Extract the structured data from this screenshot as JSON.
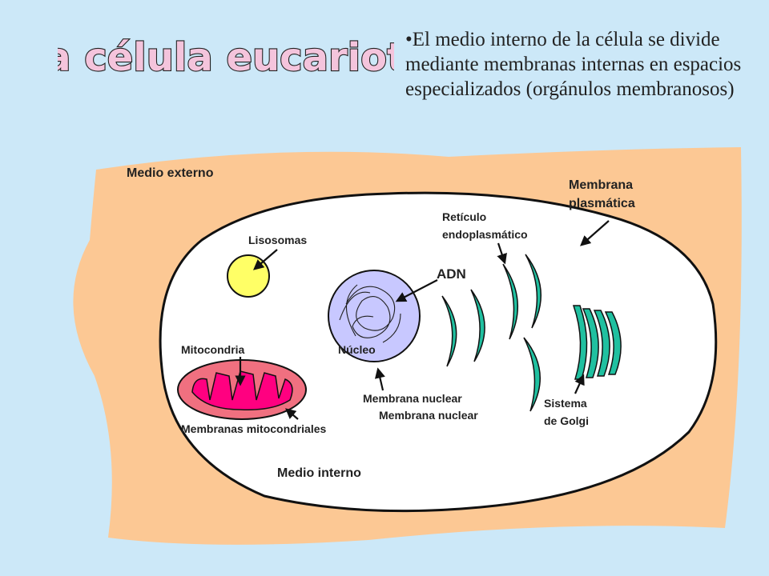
{
  "title": "La célula eucariota",
  "bullet": "•El medio interno de la célula se divide mediante membranas internas en espacios especializados (orgánulos membranosos)",
  "labels": {
    "medio_externo": "Medio externo",
    "membrana_plasmatica_1": "Membrana",
    "membrana_plasmatica_2": "plasmática",
    "reticulo_1": "Retículo",
    "reticulo_2": "endoplasmático",
    "lisosomas": "Lisosomas",
    "adn": "ADN",
    "mitocondria": "Mitocondria",
    "nucleo": "Núcleo",
    "membrana_nuclear_1": "Membrana nuclear",
    "membrana_nuclear_2": "Membrana nuclear",
    "sistema_golgi_1": "Sistema",
    "sistema_golgi_2": "de Golgi",
    "membranas_mitocondriales": "Membranas mitocondriales",
    "medio_interno": "Medio interno"
  },
  "colors": {
    "background": "#cce8f8",
    "medio_externo": "#fcc894",
    "cell": "#ffffff",
    "title_fill": "#f4c4dc",
    "lysosome": "#ffff66",
    "nucleus": "#c8c8ff",
    "mitochondria_outer": "#f07080",
    "mitochondria_inner": "#ff0080",
    "organelle_green": "#20c0a0"
  }
}
